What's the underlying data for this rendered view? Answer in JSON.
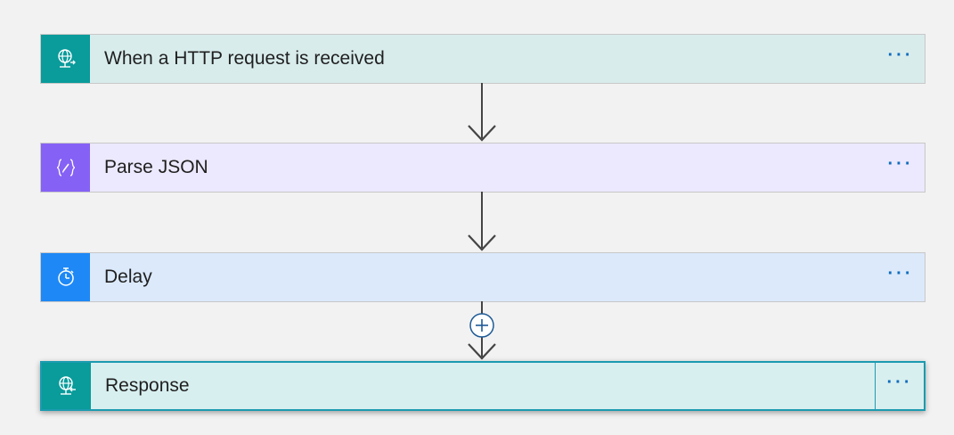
{
  "flow": {
    "steps": [
      {
        "id": "http",
        "title": "When a HTTP request is received",
        "icon": "http-request-globe-icon",
        "color": "#0a9b9b"
      },
      {
        "id": "parse",
        "title": "Parse JSON",
        "icon": "parse-json-braces-icon",
        "color": "#8661f5"
      },
      {
        "id": "delay",
        "title": "Delay",
        "icon": "stopwatch-icon",
        "color": "#1e88f6"
      },
      {
        "id": "response",
        "title": "Response",
        "icon": "http-response-globe-icon",
        "color": "#0a9b9b"
      }
    ],
    "more_label": "···",
    "add_step_icon": "plus-circle-icon"
  }
}
